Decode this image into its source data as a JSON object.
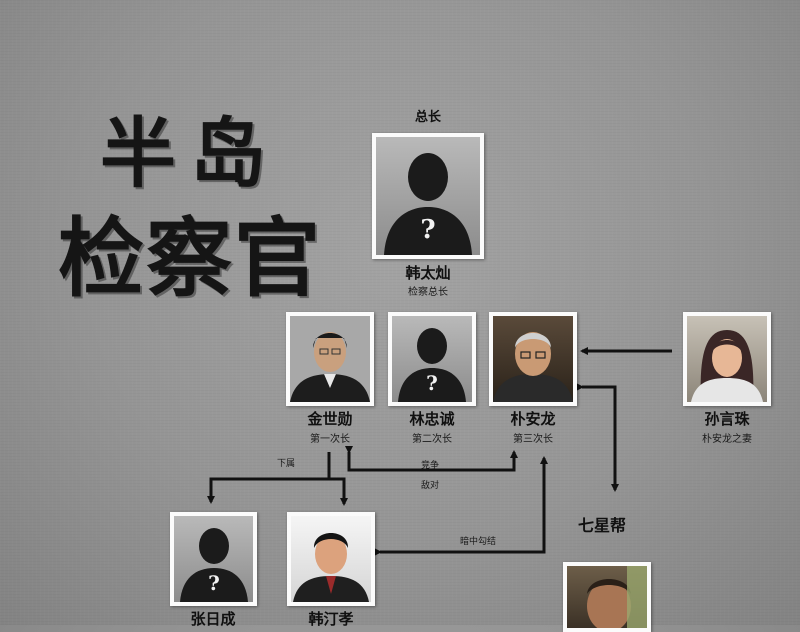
{
  "title": {
    "line1": "半岛",
    "line2": "检察官"
  },
  "top_role": "总长",
  "people": {
    "han": {
      "name": "韩太灿",
      "title": "检察总长"
    },
    "kim": {
      "name": "金世勋",
      "title": "第一次长"
    },
    "lin": {
      "name": "林忠诚",
      "title": "第二次长"
    },
    "park": {
      "name": "朴安龙",
      "title": "第三次长"
    },
    "sun": {
      "name": "孙言珠",
      "title": "朴安龙之妻"
    },
    "zhang": {
      "name": "张日成"
    },
    "han2": {
      "name": "韩汀孝"
    }
  },
  "edge_labels": {
    "subordinate": "下属",
    "compete": "竞争",
    "enemy": "敌对",
    "collude": "暗中勾结"
  },
  "group": "七星帮",
  "icons": {
    "unknown_silhouette": "unknown-person-icon",
    "question_mark": "question-mark-icon"
  },
  "colors": {
    "background": "#959595",
    "line": "#111111",
    "card_border": "#fbfbfb"
  }
}
